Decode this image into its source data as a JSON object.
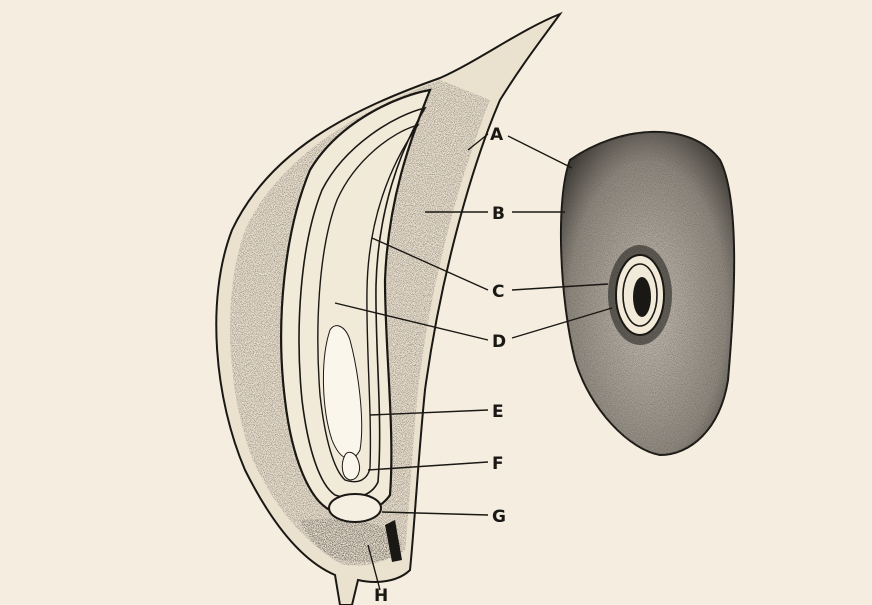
{
  "diagram": {
    "labels": {
      "a": "A",
      "b": "B",
      "c": "C",
      "d": "D",
      "e": "E",
      "f": "F",
      "g": "G",
      "h": "H"
    },
    "colors": {
      "paper": "#f4ede0",
      "ink": "#1a1814"
    }
  }
}
